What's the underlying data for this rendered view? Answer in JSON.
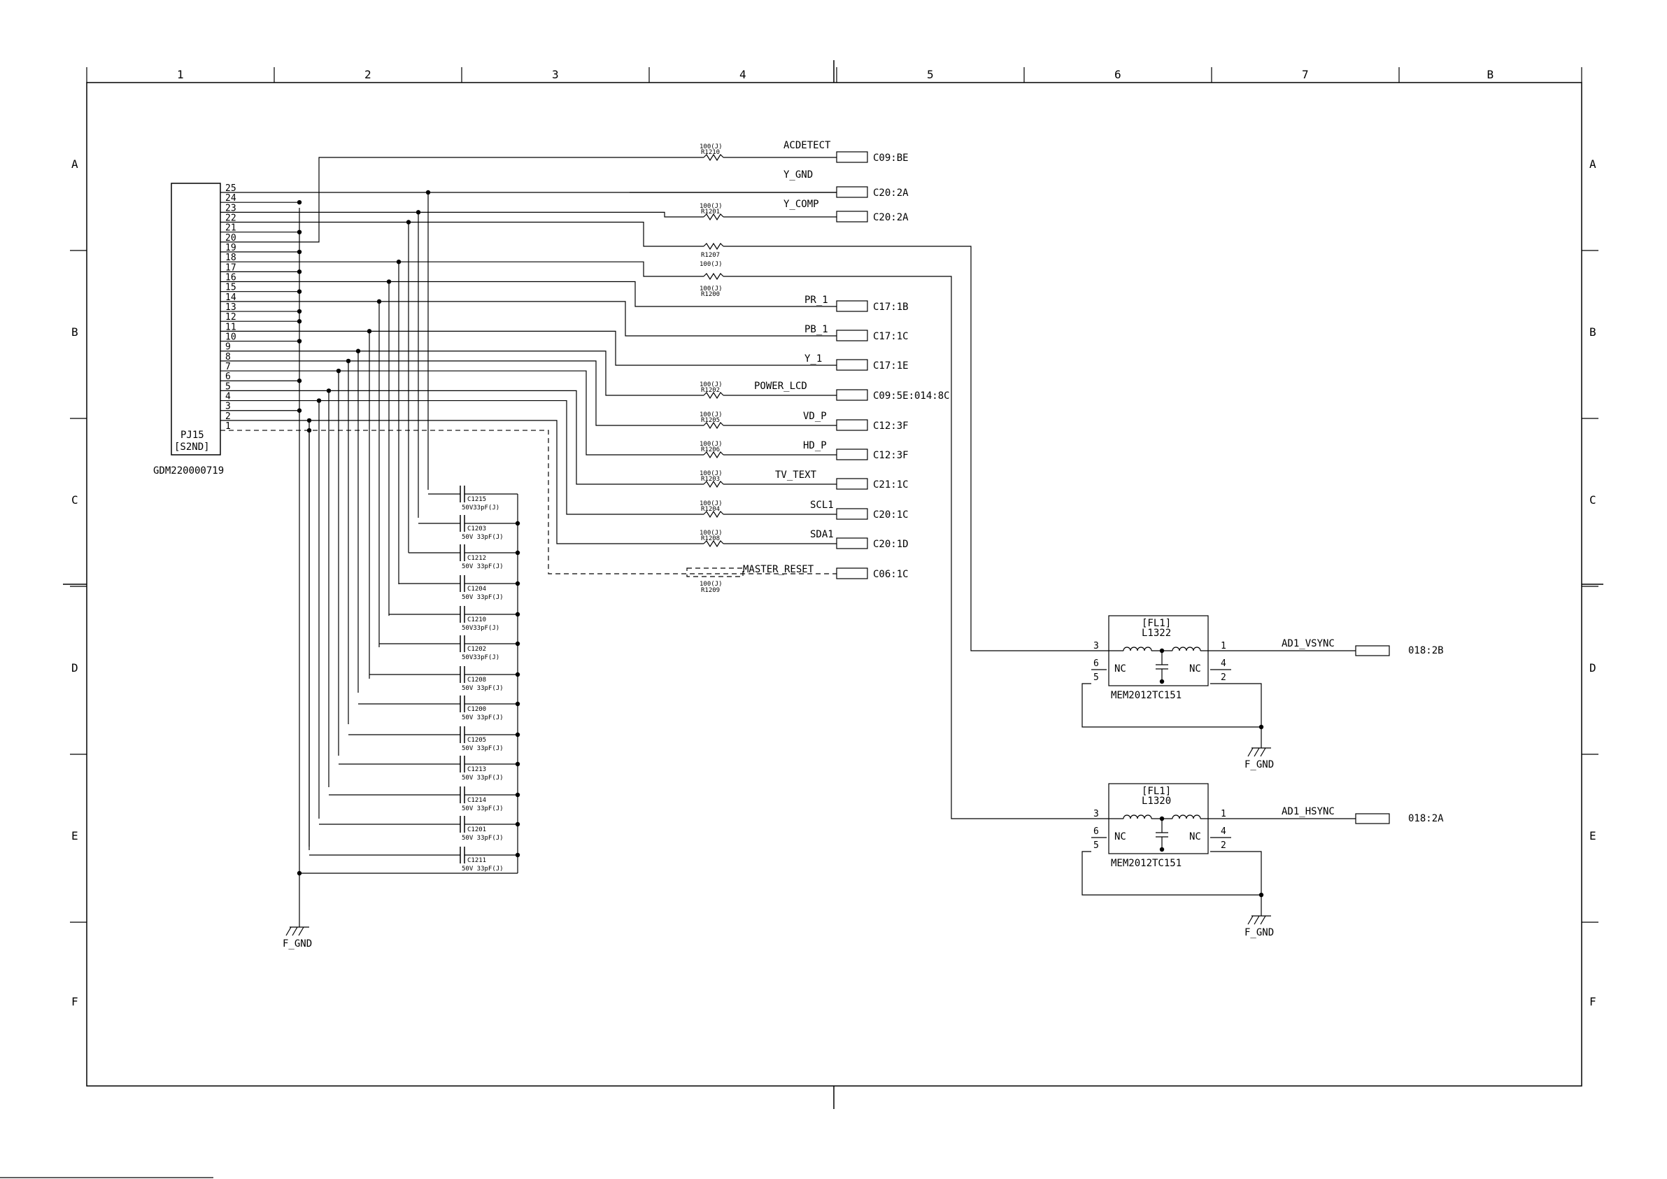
{
  "grid": {
    "columns": [
      "1",
      "2",
      "3",
      "4",
      "5",
      "6",
      "7",
      "B"
    ],
    "rows": [
      "A",
      "B",
      "C",
      "D",
      "E",
      "F"
    ]
  },
  "connector": {
    "ref": "PJ15",
    "type": "[S2ND]",
    "part": "GDM220000719",
    "pins": [
      "25",
      "24",
      "23",
      "22",
      "21",
      "20",
      "19",
      "18",
      "17",
      "16",
      "15",
      "14",
      "13",
      "12",
      "11",
      "10",
      "9",
      "8",
      "7",
      "6",
      "5",
      "4",
      "3",
      "2",
      "1"
    ]
  },
  "signals": [
    {
      "name": "ACDETECT",
      "res": "R1210",
      "val": "100(J)",
      "ref": "C09:BE"
    },
    {
      "name": "Y_GND",
      "res": "",
      "val": "",
      "ref": "C20:2A"
    },
    {
      "name": "Y_COMP",
      "res": "R1201",
      "val": "100(J)",
      "ref": "C20:2A"
    },
    {
      "name": "",
      "res": "R1207",
      "val": "100(J)",
      "ref": ""
    },
    {
      "name": "",
      "res": "R1200",
      "val": "100(J)",
      "ref": ""
    },
    {
      "name": "PR_1",
      "res": "",
      "val": "",
      "ref": "C17:1B"
    },
    {
      "name": "PB_1",
      "res": "",
      "val": "",
      "ref": "C17:1C"
    },
    {
      "name": "Y_1",
      "res": "",
      "val": "",
      "ref": "C17:1E"
    },
    {
      "name": "POWER_LCD",
      "res": "R1202",
      "val": "100(J)",
      "ref": "C09:5E:014:8C"
    },
    {
      "name": "VD_P",
      "res": "R1205",
      "val": "100(J)",
      "ref": "C12:3F"
    },
    {
      "name": "HD_P",
      "res": "R1206",
      "val": "100(J)",
      "ref": "C12:3F"
    },
    {
      "name": "TV_TEXT",
      "res": "R1203",
      "val": "100(J)",
      "ref": "C21:1C"
    },
    {
      "name": "SCL1",
      "res": "R1204",
      "val": "100(J)",
      "ref": "C20:1C"
    },
    {
      "name": "SDA1",
      "res": "R1208",
      "val": "100(J)",
      "ref": "C20:1D"
    },
    {
      "name": "MASTER_RESET",
      "res": "R1209",
      "val": "100(J)",
      "ref": "C06:1C"
    }
  ],
  "capacitors": [
    {
      "ref": "C1215",
      "val": "50V33pF(J)"
    },
    {
      "ref": "C1203",
      "val": "50V 33pF(J)"
    },
    {
      "ref": "C1212",
      "val": "50V 33pF(J)"
    },
    {
      "ref": "C1204",
      "val": "50V 33pF(J)"
    },
    {
      "ref": "C1210",
      "val": "50V33pF(J)"
    },
    {
      "ref": "C1202",
      "val": "50V33pF(J)"
    },
    {
      "ref": "C1208",
      "val": "50V 33pF(J)"
    },
    {
      "ref": "C1200",
      "val": "50V 33pF(J)"
    },
    {
      "ref": "C1205",
      "val": "50V 33pF(J)"
    },
    {
      "ref": "C1213",
      "val": "50V 33pF(J)"
    },
    {
      "ref": "C1214",
      "val": "50V 33pF(J)"
    },
    {
      "ref": "C1201",
      "val": "50V 33pF(J)"
    },
    {
      "ref": "C1211",
      "val": "50V 33pF(J)"
    }
  ],
  "filters": [
    {
      "tag": "[FL1]",
      "ref": "L1322",
      "part": "MEM2012TC151",
      "net": "AD1_VSYNC",
      "netref": "018:2B",
      "nc": "NC",
      "pins": [
        "3",
        "1",
        "6",
        "4",
        "5",
        "2"
      ]
    },
    {
      "tag": "[FL1]",
      "ref": "L1320",
      "part": "MEM2012TC151",
      "net": "AD1_HSYNC",
      "netref": "018:2A",
      "nc": "NC",
      "pins": [
        "3",
        "1",
        "6",
        "4",
        "5",
        "2"
      ]
    }
  ],
  "ground": "F_GND"
}
